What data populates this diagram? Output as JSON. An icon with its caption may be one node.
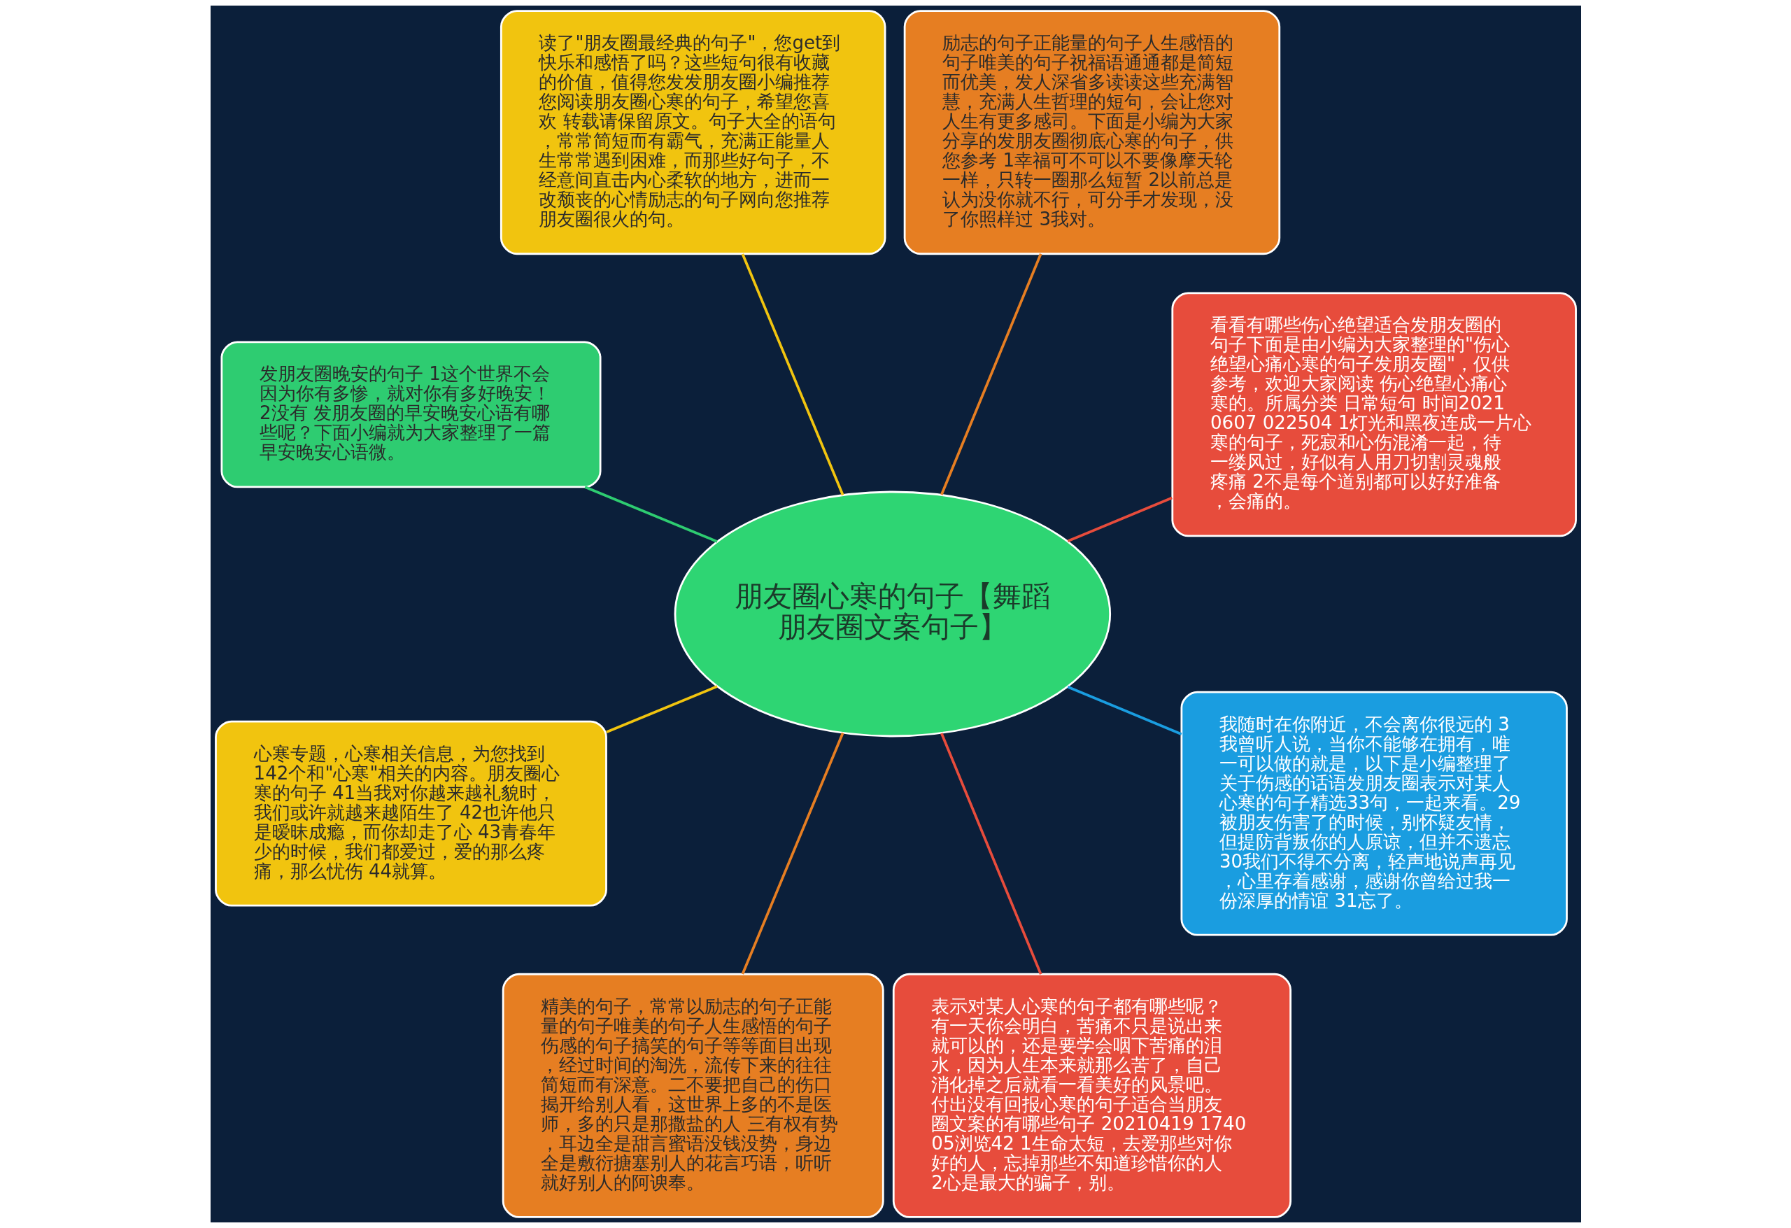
{
  "diagram": {
    "nodes": [
      {
        "text": [
          "朋友圈心寒的句子【舞蹈朋友圈文案句子】"
        ]
      },
      {
        "text": [
          "看看有哪些伤心绝望适合发朋友圈的句子下面是由小编为大家整理的\"伤心绝望心痛心寒的句子发朋友圈\"，仅供参考，欢迎大家阅读 伤心绝望心痛心寒的。所属分类 日常短句 时间20210607 022504 1灯光和黑夜连成一片心寒的句子，死寂和心伤混淆一起，待一缕风过，好似有人用刀切割灵魂般疼痛 2不是每个道别都可以好好准备，会痛的。"
        ]
      },
      {
        "text": [
          "励志的句子正能量的句子人生感悟的句子唯美的句子祝福语通通都是简短而优美，发人深省多读读这些充满智慧，充满人生哲理的短句，会让您对人生有更多感司。下面是小编为大家分享的发朋友圈彻底心寒的句子，供您参考 1幸福可不可以不要像摩天轮一样，只转一圈那么短暂 2以前总是认为没你就不行，可分手才发现，没了你照样过 3我对。"
        ]
      },
      {
        "text": [
          "读了\"朋友圈最经典的句子\"，您get到快乐和感悟了吗？这些短句很有收藏的价值，值得您发发朋友圈小编推荐您阅读朋友圈心寒的句子，希望您喜欢 转载请保留原文。句子大全的语句，常常简短而有霸气，充满正能量人生常常遇到困难，而那些好句子，不经意间直击内心柔软的地方，进而一改颓丧的心情励志的句子网向您推荐朋友圈很火的句。"
        ]
      },
      {
        "text": [
          "发朋友圈晚安的句子 1这个世界不会因为你有多惨，就对你有多好晚安！ 2没有 发朋友圈的早安晚安心语有哪些呢？下面小编就为大家整理了一篇早安晚安心语微。"
        ]
      },
      {
        "text": [
          "心寒专题，心寒相关信息，为您找到142个和\"心寒\"相关的内容。朋友圈心寒的句子 41当我对你越来越礼貌时，我们或许就越来越陌生了 42也许他只是暧昧成瘾，而你却走了心 43青春年少的时候，我们都爱过，爱的那么疼痛，那么忧伤 44就算。"
        ]
      },
      {
        "text": [
          "精美的句子，常常以励志的句子正能量的句子唯美的句子人生感悟的句子伤感的句子搞笑的句子等等面目出现，经过时间的淘洗，流传下来的往往简短而有深意。二不要把自己的伤口揭开给别人看，这世界上多的不是医师，多的只是那撒盐的人 三有权有势，耳边全是甜言蜜语没钱没势，身边全是敷衍搪塞别人的花言巧语，听听就好别人的阿谀奉。"
        ]
      },
      {
        "text": [
          "表示对某人心寒的句子都有哪些呢？有一天你会明白，苦痛不只是说出来就可以的，还是要学会咽下苦痛的泪水，因为人生本来就那么苦了，自己消化掉之后就看一看美好的风景吧。付出没有回报心寒的句子适合当朋友圈文案的有哪些句子 20210419 174005浏览42 1生命太短，去爱那些对你好的人，忘掉那些不知道珍惜你的人 2心是最大的骗子，别。"
        ]
      },
      {
        "text": [
          "我随时在你附近，不会离你很远的 3我曾听人说，当你不能够在拥有，唯一可以做的就是，以下是小编整理了关于伤感的话语发朋友圈表示对某人心寒的句子精选33句，一起来看。29被朋友伤害了的时候，别怀疑友情，但提防背叛你的人原谅，但并不遗忘 30我们不得不分离，轻声地说声再见，心里存着感谢，感谢你曾给过我一份深厚的情谊 31忘了。"
        ]
      }
    ],
    "edges": [
      {
        "from": 0,
        "to": 1,
        "arrow": "none",
        "color": "#e74c3c"
      },
      {
        "from": 0,
        "to": 2,
        "arrow": "none",
        "color": "#e67e22"
      },
      {
        "from": 0,
        "to": 3,
        "arrow": "none",
        "color": "#f1c40f"
      },
      {
        "from": 0,
        "to": 4,
        "arrow": "none",
        "color": "#2ecc71"
      },
      {
        "from": 0,
        "to": 5,
        "arrow": "none",
        "color": "#f1c40f"
      },
      {
        "from": 0,
        "to": 6,
        "arrow": "none",
        "color": "#e67e22"
      },
      {
        "from": 0,
        "to": 7,
        "arrow": "none",
        "color": "#e74c3c"
      },
      {
        "from": 0,
        "to": 8,
        "arrow": "none",
        "color": "#1a9de0"
      }
    ]
  }
}
